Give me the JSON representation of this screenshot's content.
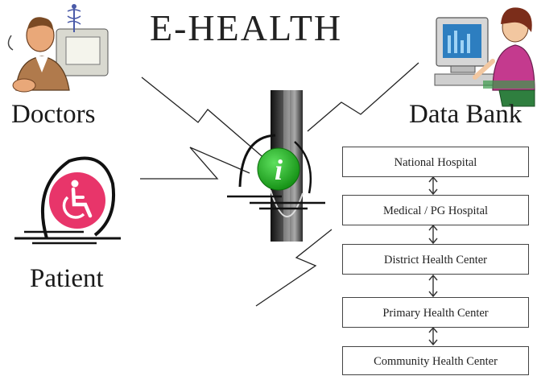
{
  "title": "E-HEALTH",
  "nodes": {
    "doctors": "Doctors",
    "data_bank": "Data Bank",
    "patient": "Patient"
  },
  "info_symbol": "i",
  "hierarchy": [
    "National Hospital",
    "Medical / PG Hospital",
    "District Health Center",
    "Primary Health Center",
    "Community Health Center"
  ],
  "colors": {
    "info_green": "#1faa1f",
    "patient_pink": "#e8356a",
    "pillar_dark": "#1a1a1a"
  }
}
